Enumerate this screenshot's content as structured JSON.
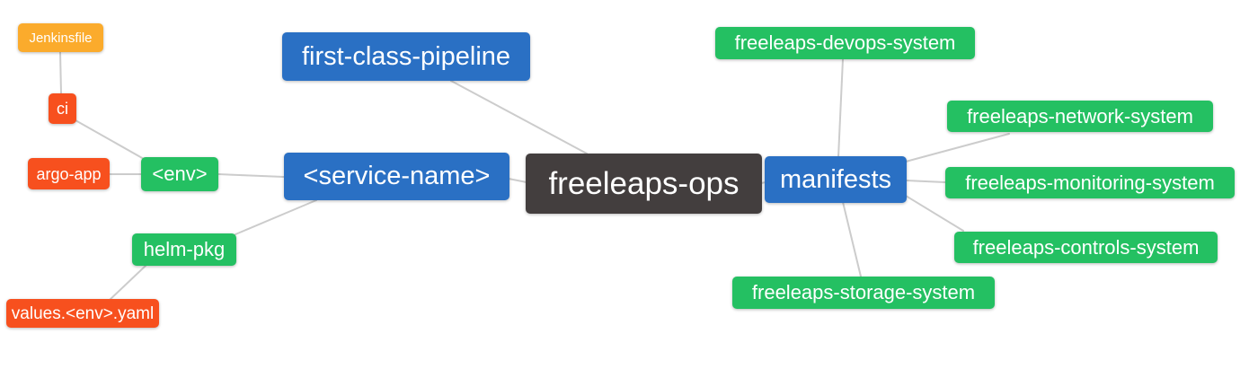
{
  "diagram": {
    "type": "mindmap",
    "root_label": "freeleaps-ops"
  },
  "palette": {
    "root_bg": "#433e3e",
    "branch_blue": "#2a70c4",
    "leaf_green": "#24c062",
    "leaf_red": "#f7501e",
    "leaf_orange": "#fbab2c",
    "edge_line": "#cccccc",
    "node_text": "#ffffff",
    "canvas_bg": "#ffffff"
  },
  "nodes": [
    {
      "id": "jenkinsfile",
      "label": "Jenkinsfile",
      "type": "orange"
    },
    {
      "id": "ci",
      "label": "ci",
      "type": "red"
    },
    {
      "id": "argo-app",
      "label": "argo-app",
      "type": "red"
    },
    {
      "id": "env",
      "label": "<env>",
      "type": "green"
    },
    {
      "id": "first-class-pipeline",
      "label": "first-class-pipeline",
      "type": "blue"
    },
    {
      "id": "service-name",
      "label": "<service-name>",
      "type": "blue"
    },
    {
      "id": "helm-pkg",
      "label": "helm-pkg",
      "type": "green"
    },
    {
      "id": "values-env-yaml",
      "label": "values.<env>.yaml",
      "type": "red"
    },
    {
      "id": "freeleaps-ops",
      "label": "freeleaps-ops",
      "type": "root"
    },
    {
      "id": "manifests",
      "label": "manifests",
      "type": "blue"
    },
    {
      "id": "freeleaps-devops-system",
      "label": "freeleaps-devops-system",
      "type": "green"
    },
    {
      "id": "freeleaps-network-system",
      "label": "freeleaps-network-system",
      "type": "green"
    },
    {
      "id": "freeleaps-monitoring-system",
      "label": "freeleaps-monitoring-system",
      "type": "green"
    },
    {
      "id": "freeleaps-controls-system",
      "label": "freeleaps-controls-system",
      "type": "green"
    },
    {
      "id": "freeleaps-storage-system",
      "label": "freeleaps-storage-system",
      "type": "green"
    }
  ],
  "edges": [
    {
      "from": "jenkinsfile",
      "to": "ci"
    },
    {
      "from": "ci",
      "to": "env"
    },
    {
      "from": "argo-app",
      "to": "env"
    },
    {
      "from": "env",
      "to": "service-name"
    },
    {
      "from": "first-class-pipeline",
      "to": "freeleaps-ops"
    },
    {
      "from": "service-name",
      "to": "freeleaps-ops"
    },
    {
      "from": "service-name",
      "to": "helm-pkg"
    },
    {
      "from": "helm-pkg",
      "to": "values-env-yaml"
    },
    {
      "from": "freeleaps-ops",
      "to": "manifests"
    },
    {
      "from": "manifests",
      "to": "freeleaps-devops-system"
    },
    {
      "from": "manifests",
      "to": "freeleaps-network-system"
    },
    {
      "from": "manifests",
      "to": "freeleaps-monitoring-system"
    },
    {
      "from": "manifests",
      "to": "freeleaps-controls-system"
    },
    {
      "from": "manifests",
      "to": "freeleaps-storage-system"
    }
  ]
}
